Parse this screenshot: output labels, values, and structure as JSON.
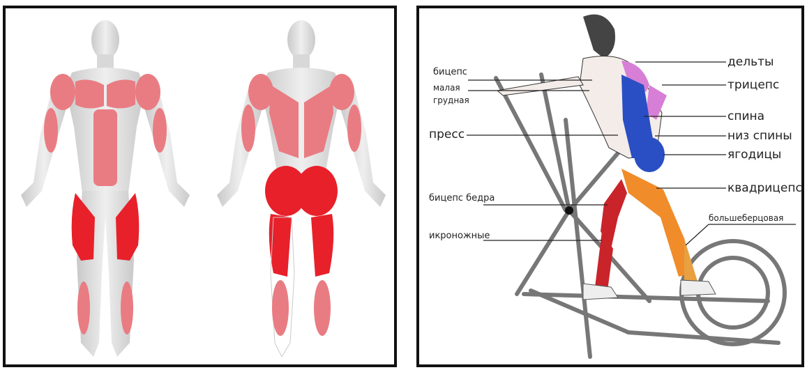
{
  "labels_left": {
    "biceps": "бицепс",
    "pec_minor_line1": "малая",
    "pec_minor_line2": "грудная",
    "abs": "пресс",
    "hamstring": "бицепс бедра",
    "calves": "икроножные"
  },
  "labels_right": {
    "delts": "дельты",
    "triceps": "трицепс",
    "back": "спина",
    "lower_back": "низ спины",
    "glutes": "ягодицы",
    "quads": "квадрицепс",
    "tibialis": "большеберцовая"
  },
  "colors": {
    "muscle_red": "#e8202a",
    "muscle_light": "#e97c82",
    "body_gray": "#d9d9d9",
    "delt_pink": "#d77fd6",
    "back_blue": "#2a4fc4",
    "quad_orange": "#f08c2a"
  }
}
